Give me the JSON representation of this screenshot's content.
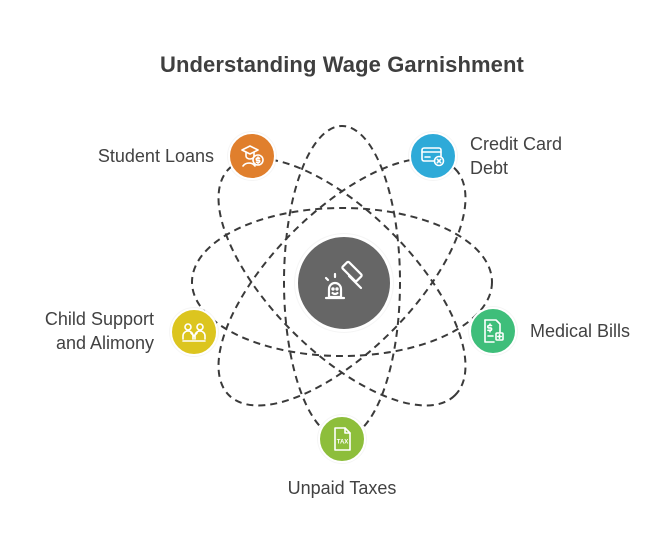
{
  "title": "Understanding Wage Garnishment",
  "center": {
    "icon": "gavel-icon",
    "color": "#666666"
  },
  "items": [
    {
      "id": "student-loans",
      "label_lines": [
        "Student Loans"
      ],
      "color": "#E07F2D",
      "icon": "graduate-dollar-icon"
    },
    {
      "id": "credit-card-debt",
      "label_lines": [
        "Credit Card",
        "Debt"
      ],
      "color": "#2EAAD8",
      "icon": "credit-card-x-icon"
    },
    {
      "id": "child-support",
      "label_lines": [
        "Child Support",
        "and Alimony"
      ],
      "color": "#DCC51F",
      "icon": "family-icon"
    },
    {
      "id": "medical-bills",
      "label_lines": [
        "Medical Bills"
      ],
      "color": "#3EBE7A",
      "icon": "medical-bill-icon"
    },
    {
      "id": "unpaid-taxes",
      "label_lines": [
        "Unpaid Taxes"
      ],
      "color": "#8DBE3B",
      "icon": "tax-document-icon"
    }
  ]
}
